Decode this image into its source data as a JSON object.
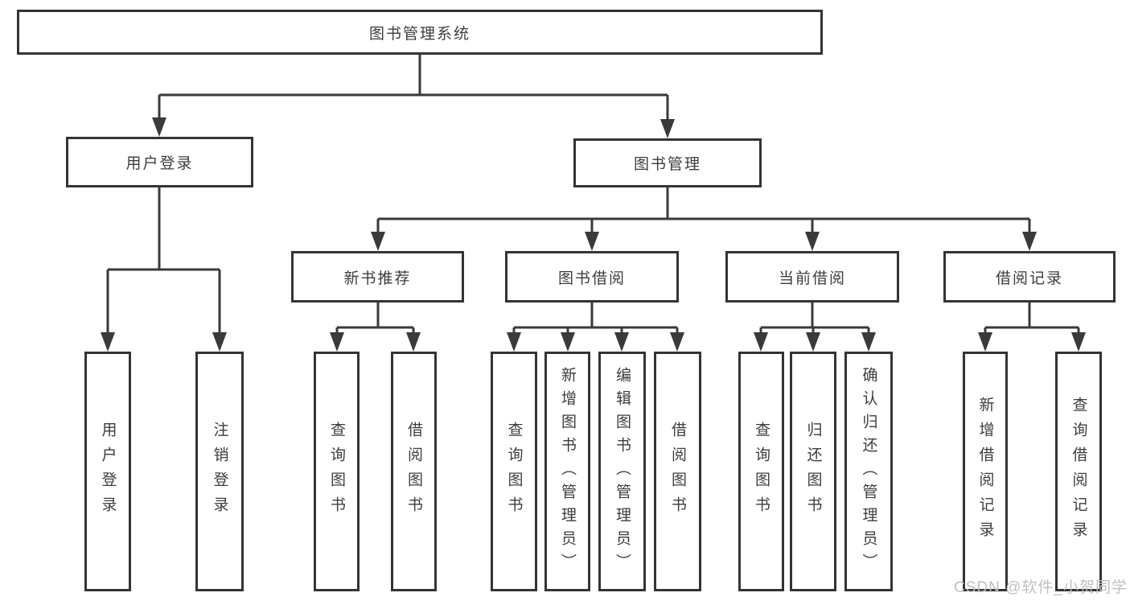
{
  "diagram_title": "图书管理系统",
  "watermark": "CSDN @软件_小贺同学",
  "colors": {
    "line": "#3a3a3a",
    "box_border": "#343434",
    "box_fill": "#ffffff",
    "text": "#3d3d3d",
    "watermark": "#bfbfbf",
    "background": "#ffffff"
  },
  "nodes": {
    "root": {
      "label": "图书管理系统"
    },
    "level2": [
      {
        "label": "用户登录"
      },
      {
        "label": "图书管理"
      }
    ],
    "level3": [
      {
        "label": "新书推荐",
        "parent": "图书管理"
      },
      {
        "label": "图书借阅",
        "parent": "图书管理"
      },
      {
        "label": "当前借阅",
        "parent": "图书管理"
      },
      {
        "label": "借阅记录",
        "parent": "图书管理"
      }
    ],
    "leaves": [
      {
        "label": "用户登录",
        "parent": "用户登录"
      },
      {
        "label": "注销登录",
        "parent": "用户登录"
      },
      {
        "label": "查询图书",
        "parent": "新书推荐"
      },
      {
        "label": "借阅图书",
        "parent": "新书推荐"
      },
      {
        "label": "查询图书",
        "parent": "图书借阅"
      },
      {
        "label": "新增图书（管理员）",
        "parent": "图书借阅"
      },
      {
        "label": "编辑图书（管理员）",
        "parent": "图书借阅"
      },
      {
        "label": "借阅图书",
        "parent": "图书借阅"
      },
      {
        "label": "查询图书",
        "parent": "当前借阅"
      },
      {
        "label": "归还图书",
        "parent": "当前借阅"
      },
      {
        "label": "确认归还（管理员）",
        "parent": "当前借阅"
      },
      {
        "label": "新增借阅记录",
        "parent": "借阅记录"
      },
      {
        "label": "查询借阅记录",
        "parent": "借阅记录"
      }
    ]
  }
}
